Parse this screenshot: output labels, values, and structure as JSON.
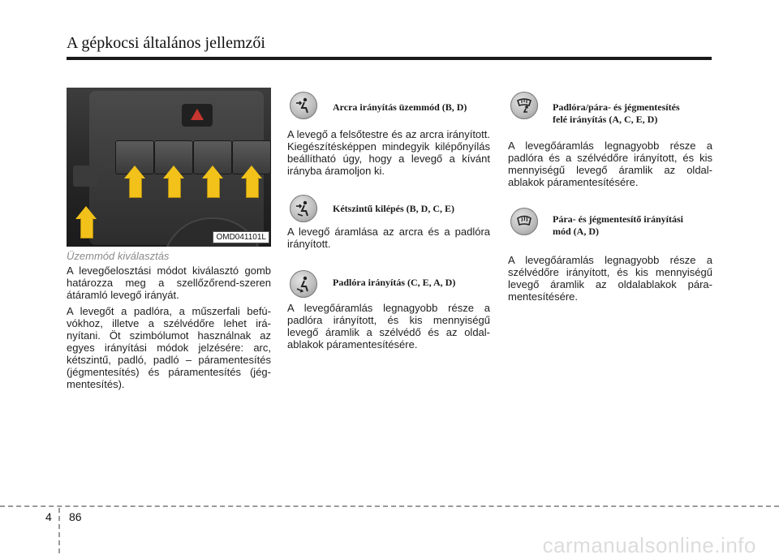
{
  "header": {
    "title": "A gépkocsi általános jellemzői"
  },
  "figure": {
    "label": "OMD041101L"
  },
  "left": {
    "heading": "Üzemmód kiválasztás",
    "p1": "A levegőelosztási módot kiválasztó gomb határozza meg a szellőzőrend-szeren átáramló levegő irányát.",
    "p2": "A levegőt a padlóra, a műszerfali befú-vókhoz, illetve a szélvédőre lehet irá-nyítani. Öt szimbólumot használnak az egyes irányítási módok jelzésére: arc, kétszintű, padló, padló – páramentesítés (jégmentesítés) és páramentesítés (jég-mentesítés)."
  },
  "middle": {
    "m1_title": "Arcra irányítás üzemmód (B, D)",
    "m1_text": "A levegő a felsőtestre és az arcra irányított. Kiegészítésképpen mindegyik kilépőnyílás beállítható úgy, hogy a levegő a kívánt irányba áramoljon ki.",
    "m2_title": "Kétszintű kilépés (B, D, C, E)",
    "m2_text": "A levegő áramlása az arcra és a padlóra irányított.",
    "m3_title": "Padlóra irányítás (C, E, A, D)",
    "m3_text": "A levegőáramlás legnagyobb része a padlóra irányított, és kis mennyiségű levegő áramlik a szélvédő és az oldal-ablakok páramentesítésére."
  },
  "right": {
    "m4_title_line1": "Padlóra/pára- és jégmentesítés",
    "m4_title_line2": "felé irányítás (A, C, E, D)",
    "m4_text": "A levegőáramlás legnagyobb része a padlóra és a szélvédőre irányított, és kis mennyiségű levegő áramlik az oldal-ablakok páramentesítésére.",
    "m5_title_line1": "Pára- és jégmentesítő irányítási",
    "m5_title_line2": "mód (A, D)",
    "m5_text": "A levegőáramlás legnagyobb része a szélvédőre irányított, és kis mennyiségű levegő áramlik az oldalablakok pára-mentesítésére."
  },
  "footer": {
    "chapter": "4",
    "page": "86"
  },
  "watermark": "carmanualsonline.info",
  "icons": [
    "face-mode-icon",
    "bilevel-mode-icon",
    "floor-mode-icon",
    "floor-defrost-mode-icon",
    "defrost-mode-icon"
  ],
  "colors": {
    "arrow": "#f2c21a",
    "heading_gray": "#8a8a8a"
  }
}
